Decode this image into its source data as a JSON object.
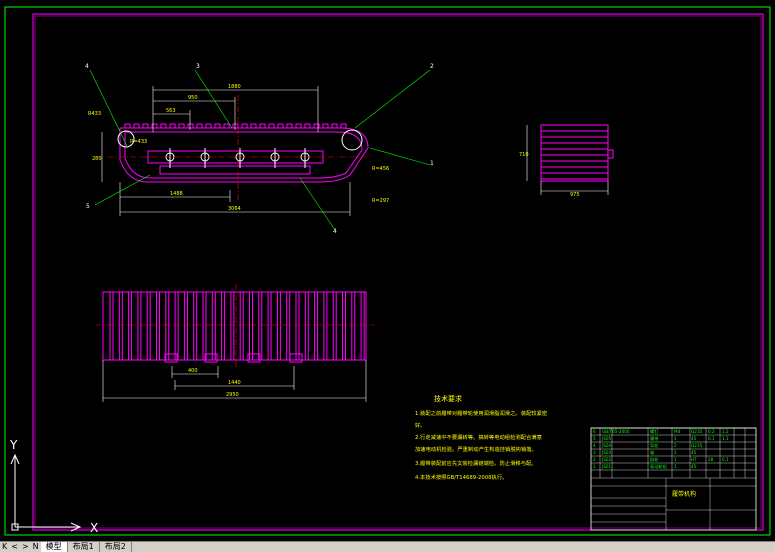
{
  "drawing": {
    "dimensions": {
      "top_overall": "1880",
      "top_mid": "950",
      "top_small": "563",
      "left_height": "280",
      "bottom_mid": "1488",
      "bottom_overall": "3064",
      "side_height": "710",
      "side_width": "975",
      "plan_inner": "400",
      "plan_mid": "1440",
      "plan_overall": "2950"
    },
    "leaders": [
      "1",
      "2",
      "3",
      "4",
      "5",
      "4"
    ],
    "annotations": [
      "R433",
      "R=433",
      "R=456",
      "R=297"
    ],
    "tech_requirements": {
      "title": "技术要求",
      "lines": [
        "1.装配之前履带对履带轮使用润滑脂润滑之。装配较紧密",
        "好。",
        "2.行走减速中不要漏转等。搞转等电动组检测配合满意",
        "加速电动机检验。严重制动产生构造挂销脱钩销落。",
        "3.履带装配前应先文装检漏链端检。防止滑移与配。",
        "4.本技术按照GB/T14689-2008执行。"
      ]
    },
    "title_block": {
      "drawing_title": "履带机构",
      "parts": [
        {
          "no": "6",
          "code": "GB/T65-2000",
          "name": "螺钉",
          "qty": "M4",
          "mat": "Q235",
          "w1": "0.2",
          "w2": "1.2"
        },
        {
          "no": "5",
          "code": "JS05",
          "name": "履带",
          "qty": "1",
          "mat": "45",
          "w1": "0.1",
          "w2": "1.1"
        },
        {
          "no": "4",
          "code": "JS04",
          "name": "导轮",
          "qty": "2",
          "mat": "Q235",
          "w1": "",
          "w2": ""
        },
        {
          "no": "3",
          "code": "JS03",
          "name": "轴",
          "qty": "2",
          "mat": "45",
          "w1": "",
          "w2": ""
        },
        {
          "no": "2",
          "code": "JS02",
          "name": "链轮",
          "qty": "1",
          "mat": "HT",
          "w1": "28",
          "w2": "0.1"
        },
        {
          "no": "1",
          "code": "JS01",
          "name": "驱动轮组",
          "qty": "1",
          "mat": "45",
          "w1": "",
          "w2": ""
        }
      ]
    }
  },
  "ucs": {
    "x_label": "X",
    "y_label": "Y"
  },
  "statusbar": {
    "nav": [
      "K",
      "<",
      ">",
      "N"
    ],
    "tabs": [
      "模型",
      "布局1",
      "布局2"
    ]
  },
  "colors": {
    "background": "#000000",
    "magenta": "#ff00ff",
    "white": "#ffffff",
    "yellow": "#ffff00",
    "green": "#00ff00",
    "red": "#ff0000"
  }
}
